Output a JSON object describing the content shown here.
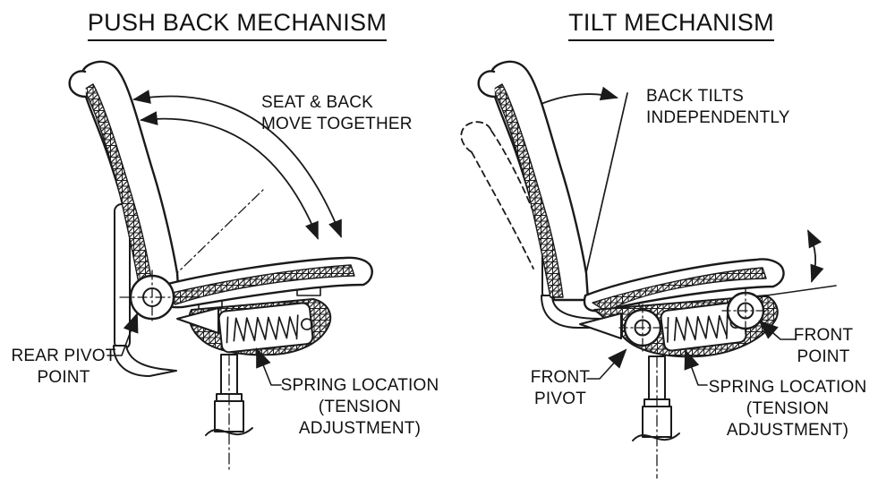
{
  "page": {
    "background": "#ffffff",
    "line_color": "#1a1a1a"
  },
  "left_panel": {
    "title": "PUSH BACK MECHANISM",
    "annotations": {
      "motion": "SEAT & BACK\nMOVE TOGETHER",
      "rear_pivot": "REAR PIVOT\nPOINT",
      "spring": "SPRING LOCATION\n(TENSION ADJUSTMENT)"
    }
  },
  "right_panel": {
    "title": "TILT MECHANISM",
    "annotations": {
      "motion": "BACK TILTS\nINDEPENDENTLY",
      "front_pivot": "FRONT\nPIVOT",
      "front_point": "FRONT\nPOINT",
      "spring": "SPRING LOCATION\n(TENSION ADJUSTMENT)"
    }
  }
}
